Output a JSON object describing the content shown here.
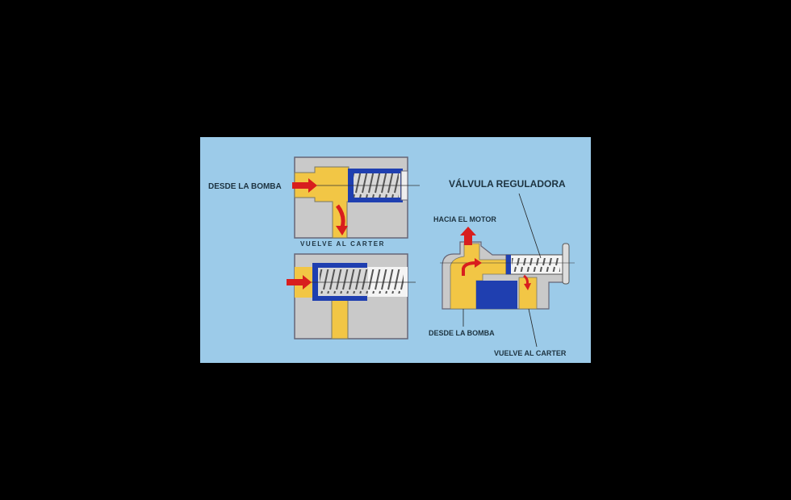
{
  "diagram": {
    "top_valve": {
      "inlet_label": "DESDE LA BOMBA",
      "outlet_label": "VUELVE AL CARTER"
    },
    "assembly": {
      "title": "VÁLVULA REGULADORA",
      "to_engine_label": "HACIA EL MOTOR",
      "inlet_label": "DESDE LA BOMBA",
      "return_label": "VUELVE AL CARTER"
    },
    "colors": {
      "background": "#000000",
      "panel": "#9ccbe9",
      "housing": "#c9c9c9",
      "oil": "#f2c645",
      "piston": "#1f3fb0",
      "arrow": "#d81e1e"
    }
  }
}
